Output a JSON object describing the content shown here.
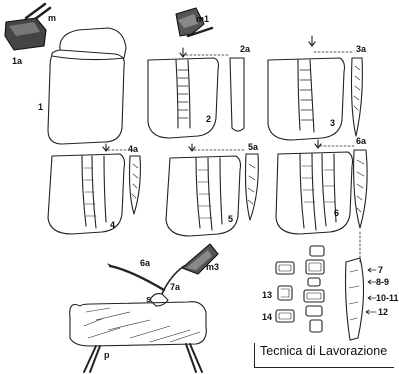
{
  "figure": {
    "caption": "Tecnica di Lavorazione",
    "labels": {
      "m": "m",
      "m1": "m1",
      "m3": "m3",
      "s1": "1",
      "s1a": "1a",
      "s2": "2",
      "s2a": "2a",
      "s3": "3",
      "s3a": "3a",
      "s4": "4",
      "s4a": "4a",
      "s5": "5",
      "s5a": "5a",
      "s6": "6",
      "s6a": "6a",
      "s6a_tool": "6a",
      "s7a": "7a",
      "s": "s",
      "p": "p",
      "n7": "7",
      "n89": "8-9",
      "n1011": "10-11",
      "n12": "12",
      "n13": "13",
      "n14": "14"
    }
  }
}
